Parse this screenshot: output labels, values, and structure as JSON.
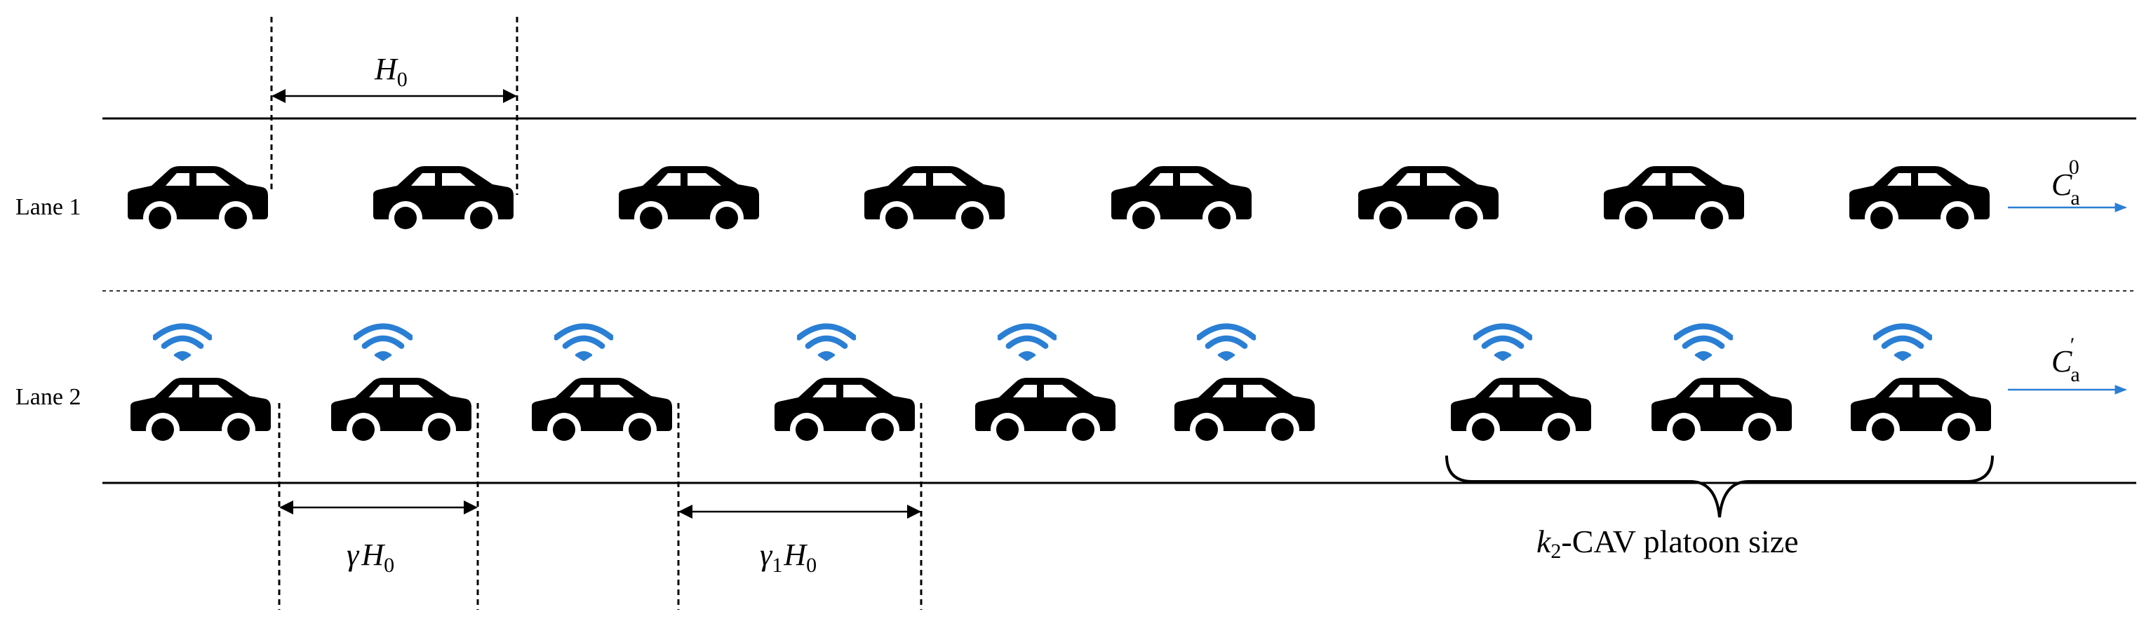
{
  "lanes": {
    "lane1_label": "Lane 1",
    "lane2_label": "Lane 2"
  },
  "labels": {
    "h0_main": "H",
    "h0_sub": "0",
    "gamma_sym": "γ",
    "gamma_h": "H",
    "gamma_sub": "0",
    "gamma1_sym": "γ",
    "gamma1_sub1": "1",
    "gamma1_h": "H",
    "gamma1_sub0": "0",
    "capacity1_main": "C",
    "capacity1_sub": "a",
    "capacity1_sup": "0",
    "capacity2_main": "C",
    "capacity2_sub": "a",
    "capacity2_prime": "′",
    "platoon_k": "k",
    "platoon_sub": "2",
    "platoon_rest": "-CAV platoon size"
  },
  "vehicles": {
    "lane1_count": 8,
    "lane2_count": 9,
    "lane2_connected": true
  },
  "colors": {
    "car": "#000000",
    "wifi": "#2a7fd4",
    "arrow": "#2a7fd4",
    "line": "#000000"
  },
  "icons": {
    "car": "car-icon",
    "wifi": "wifi-icon"
  }
}
